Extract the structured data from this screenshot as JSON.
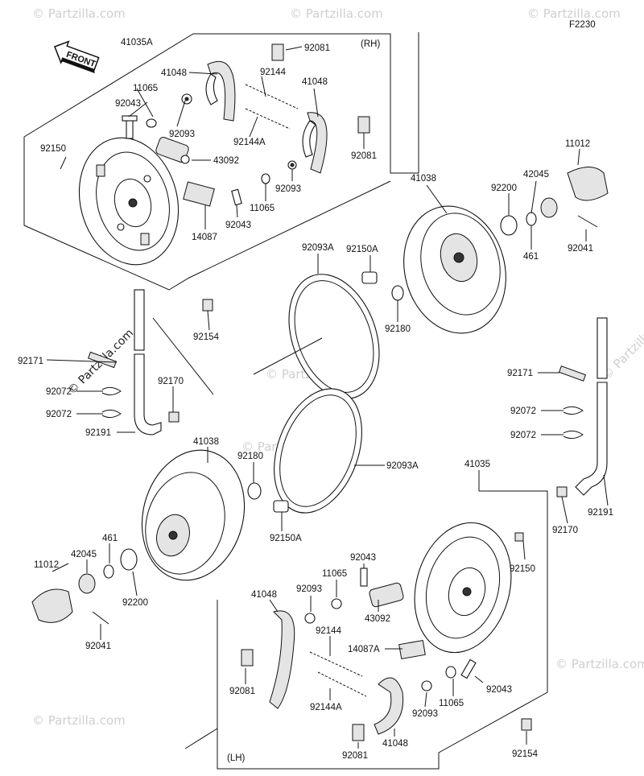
{
  "figure_code": "F2230",
  "front_label": "FRONT",
  "side_rh": "(RH)",
  "side_lh": "(LH)",
  "watermark": "© Partzilla.com",
  "labels": {
    "l41035A": "41035A",
    "l41048_rh_a": "41048",
    "l11065_rh_a": "11065",
    "l92043_rh_a": "92043",
    "l92093_rh_a": "92093",
    "l92081_rh_a": "92081",
    "l92144_rh": "92144",
    "l92144A_rh": "92144A",
    "l41048_rh_b": "41048",
    "l92081_rh_b": "92081",
    "l92150_rh": "92150",
    "l43092_rh": "43092",
    "l92093_rh_b": "92093",
    "l11065_rh_b": "11065",
    "l92043_rh_b": "92043",
    "l14087": "14087",
    "l41038_rh": "41038",
    "l92200_rh": "92200",
    "l42045_rh": "42045",
    "l11012_rh": "11012",
    "l461_rh": "461",
    "l92041_rh": "92041",
    "l92093A_rh": "92093A",
    "l92150A_rh": "92150A",
    "l92180_rh": "92180",
    "l92154_rh": "92154",
    "l92171_left": "92171",
    "l92072_left_a": "92072",
    "l92072_left_b": "92072",
    "l92170_left": "92170",
    "l92191_left": "92191",
    "l92171_right": "92171",
    "l92072_right_a": "92072",
    "l92072_right_b": "92072",
    "l92191_right": "92191",
    "l92170_right": "92170",
    "l41038_lh": "41038",
    "l92180_lh": "92180",
    "l92093A_lh": "92093A",
    "l41035": "41035",
    "l461_lh": "461",
    "l42045_lh": "42045",
    "l11012_lh": "11012",
    "l92200_lh": "92200",
    "l92150A_lh": "92150A",
    "l92041_lh": "92041",
    "l92043_lh_a": "92043",
    "l11065_lh_a": "11065",
    "l92093_lh_a": "92093",
    "l41048_lh_a": "41048",
    "l43092_lh": "43092",
    "l92144_lh": "92144",
    "l14087A": "14087A",
    "l92150_lh": "92150",
    "l92081_lh_a": "92081",
    "l92144A_lh": "92144A",
    "l92093_lh_b": "92093",
    "l11065_lh_b": "11065",
    "l92043_lh_b": "92043",
    "l92081_lh_b": "92081",
    "l41048_lh_b": "41048",
    "l92154_lh": "92154"
  }
}
